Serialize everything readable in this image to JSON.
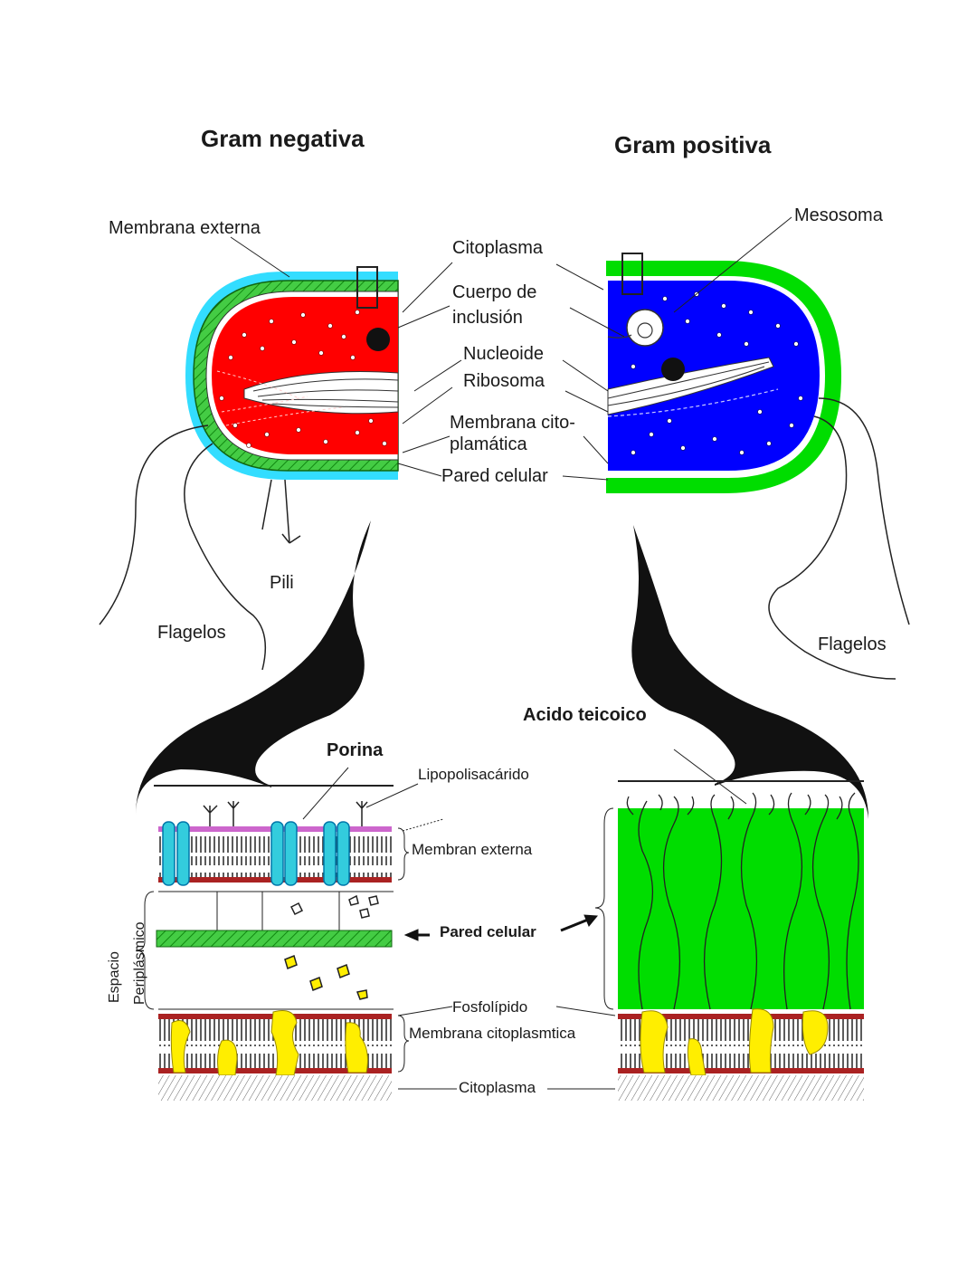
{
  "titles": {
    "gram_negative": "Gram negativa",
    "gram_positive": "Gram positiva"
  },
  "labels": {
    "membrana_externa": "Membrana externa",
    "citoplasma": "Citoplasma",
    "cuerpo_inclusion_1": "Cuerpo de",
    "cuerpo_inclusion_2": "inclusión",
    "nucleoide": "Nucleoide",
    "ribosoma": "Ribosoma",
    "membrana_cito_1": "Membrana cito-",
    "membrana_cito_2": "plamática",
    "pared_celular": "Pared celular",
    "mesosoma": "Mesosoma",
    "pili": "Pili",
    "flagelos_left": "Flagelos",
    "flagelos_right": "Flagelos",
    "acido_teicoico": "Acido teicoico",
    "porina": "Porina",
    "lipopolisacarido": "Lipopolisacárido",
    "membran_externa": "Membran externa",
    "pared_celular_bottom": "Pared celular",
    "espacio": "Espacio",
    "periplasmico": "Periplásmico",
    "fosfolipido": "Fosfolípido",
    "membrana_citoplasmtica": "Membrana citoplasmtica",
    "citoplasma_bottom": "Citoplasma"
  },
  "colors": {
    "gram_negative_cytoplasm": "#ff0000",
    "gram_positive_cytoplasm": "#0000ff",
    "cell_wall_green": "#00dd00",
    "outer_membrane_cyan": "#33ddff",
    "porin_cyan": "#33ccdd",
    "protein_yellow": "#ffee00",
    "lps_purple": "#cc66cc"
  }
}
